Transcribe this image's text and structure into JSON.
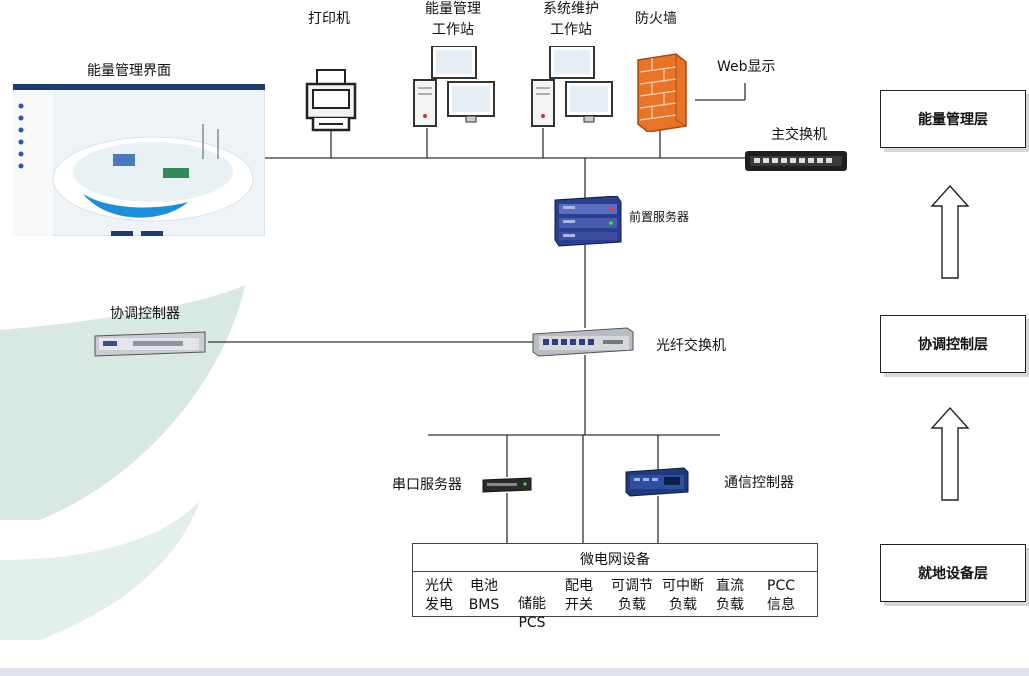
{
  "labels": {
    "printer": "打印机",
    "energy_station_l1": "能量管理",
    "energy_station_l2": "工作站",
    "maint_station_l1": "系统维护",
    "maint_station_l2": "工作站",
    "firewall": "防火墙",
    "web_display": "Web显示",
    "energy_ui": "能量管理界面",
    "main_switch": "主交换机",
    "front_server": "前置服务器",
    "coord_controller": "协调控制器",
    "fiber_switch": "光纤交换机",
    "serial_server": "串口服务器",
    "comm_controller": "通信控制器"
  },
  "microgrid": {
    "title": "微电网设备",
    "items": [
      {
        "l1": "光伏",
        "l2": "发电"
      },
      {
        "l1": "电池",
        "l2": "BMS"
      },
      {
        "l1": "储能",
        "l2": "PCS"
      },
      {
        "l1": "配电",
        "l2": "开关"
      },
      {
        "l1": "可调节",
        "l2": "负载"
      },
      {
        "l1": "可中断",
        "l2": "负载"
      },
      {
        "l1": "直流",
        "l2": "负载"
      },
      {
        "l1": "PCC",
        "l2": "信息"
      }
    ]
  },
  "layers": {
    "top": "能量管理层",
    "middle": "协调控制层",
    "bottom": "就地设备层"
  },
  "colors": {
    "line": "#333333",
    "accent_teal": "#cfe3de",
    "firewall": "#e8742a",
    "server_blue": "#2a3f8f"
  }
}
